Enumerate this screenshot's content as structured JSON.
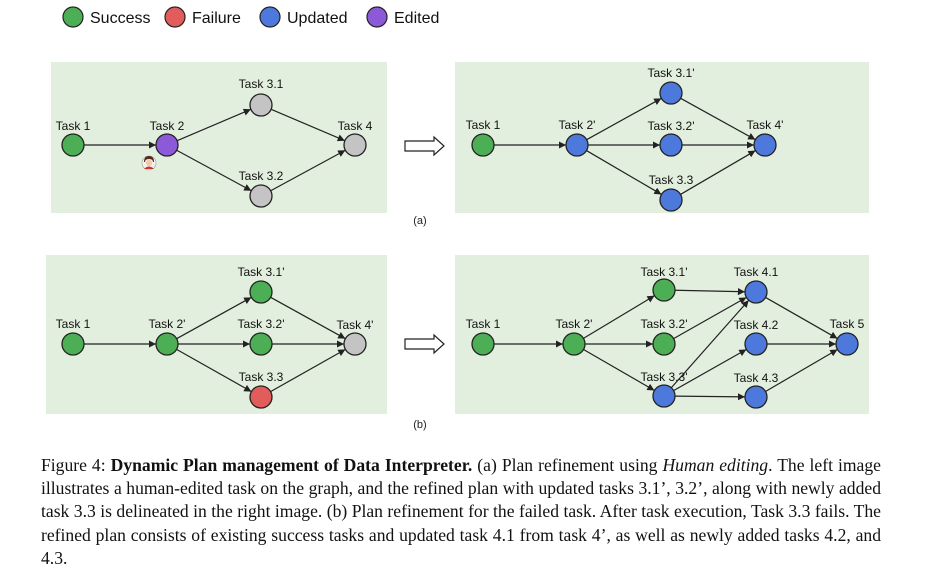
{
  "colors": {
    "panel_bg": "#e3efde",
    "success": "#4daf55",
    "failure": "#e25c5c",
    "updated": "#4e79dc",
    "edited": "#8c5ad8",
    "pending": "#c4c4c4",
    "edge": "#222222",
    "arrow_outline": "#222222"
  },
  "legend": [
    {
      "label": "Success",
      "status": "success"
    },
    {
      "label": "Failure",
      "status": "failure"
    },
    {
      "label": "Updated",
      "status": "updated"
    },
    {
      "label": "Edited",
      "status": "edited"
    }
  ],
  "diagrams": [
    {
      "id": "a-left",
      "nodes": [
        {
          "id": "t1",
          "label": "Task 1",
          "status": "success"
        },
        {
          "id": "t2",
          "label": "Task 2",
          "status": "edited"
        },
        {
          "id": "t31",
          "label": "Task 3.1",
          "status": "pending"
        },
        {
          "id": "t32",
          "label": "Task 3.2",
          "status": "pending"
        },
        {
          "id": "t4",
          "label": "Task 4",
          "status": "pending"
        }
      ],
      "edges": [
        [
          "t1",
          "t2"
        ],
        [
          "t2",
          "t31"
        ],
        [
          "t2",
          "t32"
        ],
        [
          "t31",
          "t4"
        ],
        [
          "t32",
          "t4"
        ]
      ],
      "human_icon": "person-avatar-icon"
    },
    {
      "id": "a-right",
      "nodes": [
        {
          "id": "t1",
          "label": "Task 1",
          "status": "success"
        },
        {
          "id": "t2",
          "label": "Task 2'",
          "status": "updated"
        },
        {
          "id": "t31",
          "label": "Task 3.1'",
          "status": "updated"
        },
        {
          "id": "t32",
          "label": "Task 3.2'",
          "status": "updated"
        },
        {
          "id": "t33",
          "label": "Task 3.3",
          "status": "updated"
        },
        {
          "id": "t4",
          "label": "Task 4'",
          "status": "updated"
        }
      ],
      "edges": [
        [
          "t1",
          "t2"
        ],
        [
          "t2",
          "t31"
        ],
        [
          "t2",
          "t32"
        ],
        [
          "t2",
          "t33"
        ],
        [
          "t31",
          "t4"
        ],
        [
          "t32",
          "t4"
        ],
        [
          "t33",
          "t4"
        ]
      ]
    },
    {
      "id": "b-left",
      "nodes": [
        {
          "id": "t1",
          "label": "Task 1",
          "status": "success"
        },
        {
          "id": "t2",
          "label": "Task 2'",
          "status": "success"
        },
        {
          "id": "t31",
          "label": "Task 3.1'",
          "status": "success"
        },
        {
          "id": "t32",
          "label": "Task 3.2'",
          "status": "success"
        },
        {
          "id": "t33",
          "label": "Task 3.3",
          "status": "failure"
        },
        {
          "id": "t4",
          "label": "Task 4'",
          "status": "pending"
        }
      ],
      "edges": [
        [
          "t1",
          "t2"
        ],
        [
          "t2",
          "t31"
        ],
        [
          "t2",
          "t32"
        ],
        [
          "t2",
          "t33"
        ],
        [
          "t31",
          "t4"
        ],
        [
          "t32",
          "t4"
        ],
        [
          "t33",
          "t4"
        ]
      ]
    },
    {
      "id": "b-right",
      "nodes": [
        {
          "id": "t1",
          "label": "Task 1",
          "status": "success"
        },
        {
          "id": "t2",
          "label": "Task 2'",
          "status": "success"
        },
        {
          "id": "t31",
          "label": "Task 3.1'",
          "status": "success"
        },
        {
          "id": "t32",
          "label": "Task 3.2'",
          "status": "success"
        },
        {
          "id": "t33",
          "label": "Task 3.3'",
          "status": "updated"
        },
        {
          "id": "t41",
          "label": "Task 4.1",
          "status": "updated"
        },
        {
          "id": "t42",
          "label": "Task 4.2",
          "status": "updated"
        },
        {
          "id": "t43",
          "label": "Task 4.3",
          "status": "updated"
        },
        {
          "id": "t5",
          "label": "Task 5",
          "status": "updated"
        }
      ],
      "edges": [
        [
          "t1",
          "t2"
        ],
        [
          "t2",
          "t31"
        ],
        [
          "t2",
          "t32"
        ],
        [
          "t2",
          "t33"
        ],
        [
          "t31",
          "t41"
        ],
        [
          "t32",
          "t41"
        ],
        [
          "t33",
          "t41"
        ],
        [
          "t33",
          "t42"
        ],
        [
          "t33",
          "t43"
        ],
        [
          "t41",
          "t5"
        ],
        [
          "t42",
          "t5"
        ],
        [
          "t43",
          "t5"
        ]
      ]
    }
  ],
  "sublabels": {
    "a": "(a)",
    "b": "(b)"
  },
  "caption": {
    "figure_num": "Figure 4:",
    "title": "Dynamic Plan management of Data Interpreter.",
    "part1": "(a) Plan refinement using",
    "italic": "Human editing",
    "part2": ". The left image illustrates a human-edited task on the graph, and the refined plan with updated tasks 3.1’, 3.2’, along with newly added task 3.3 is delineated in the right image. (b) Plan refinement for the failed task. After task execution, Task 3.3 fails. The refined plan consists of existing success tasks and updated task 4.1 from task 4’, as well as newly added tasks 4.2, and 4.3."
  }
}
